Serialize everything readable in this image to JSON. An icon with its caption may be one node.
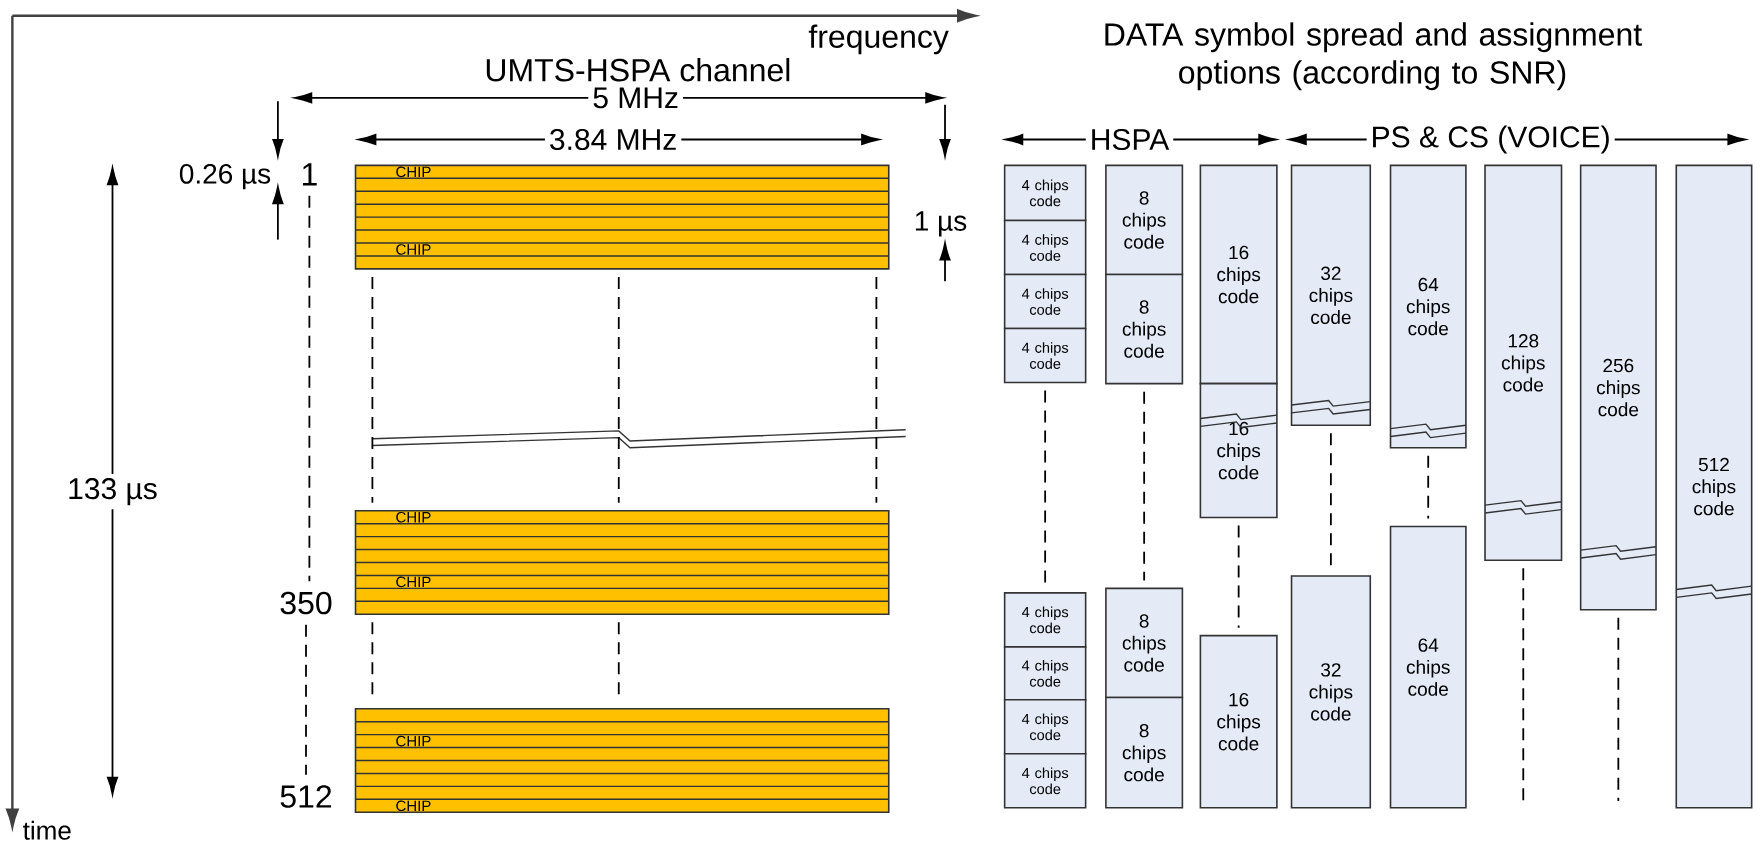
{
  "diagram": {
    "nodes": [
      {
        "text": [
          "1"
        ]
      },
      {
        "text": [
          "CHIP",
          "CHIP"
        ]
      },
      {
        "text": [
          "350"
        ]
      },
      {
        "text": [
          "CHIP",
          "CHIP"
        ]
      },
      {
        "text": [
          "512"
        ]
      },
      {
        "text": [
          "CHIP",
          "CHIP"
        ]
      },
      {
        "text": [
          "4 chips code"
        ]
      },
      {
        "text": [
          "4 chips code"
        ]
      },
      {
        "text": [
          "4 chips code"
        ]
      },
      {
        "text": [
          "4 chips code"
        ]
      },
      {
        "text": [
          "8 chips code"
        ]
      },
      {
        "text": [
          "8 chips code"
        ]
      },
      {
        "text": [
          "16 chips code"
        ]
      },
      {
        "text": [
          "16 chips code"
        ]
      },
      {
        "text": [
          "32 chips code"
        ]
      },
      {
        "text": [
          "64 chips code"
        ]
      },
      {
        "text": [
          "128 chips code"
        ]
      },
      {
        "text": [
          "256 chips code"
        ]
      },
      {
        "text": [
          "512 chips code"
        ]
      },
      {
        "text": [
          "4 chips code"
        ]
      },
      {
        "text": [
          "4 chips code"
        ]
      },
      {
        "text": [
          "4 chips code"
        ]
      },
      {
        "text": [
          "4 chips code"
        ]
      },
      {
        "text": [
          "8 chips code"
        ]
      },
      {
        "text": [
          "8 chips code"
        ]
      },
      {
        "text": [
          "16 chips code"
        ]
      },
      {
        "text": [
          "32 chips code"
        ]
      },
      {
        "text": [
          "64 chips code"
        ]
      }
    ],
    "edges": [
      {
        "from": 0,
        "to": 2,
        "arrow": "none",
        "style": "dashed"
      },
      {
        "from": 2,
        "to": 4,
        "arrow": "none",
        "style": "dashed"
      },
      {
        "from": 1,
        "to": 3,
        "arrow": "none",
        "style": "dashed"
      },
      {
        "from": 1,
        "to": 3,
        "arrow": "none",
        "style": "dashed"
      },
      {
        "from": 1,
        "to": 3,
        "arrow": "none",
        "style": "dashed"
      },
      {
        "from": 3,
        "to": 5,
        "arrow": "none",
        "style": "dashed"
      },
      {
        "from": 3,
        "to": 5,
        "arrow": "none",
        "style": "dashed"
      },
      {
        "from": 9,
        "to": 19,
        "arrow": "none",
        "style": "dashed"
      },
      {
        "from": 11,
        "to": 23,
        "arrow": "none",
        "style": "dashed"
      },
      {
        "from": 13,
        "to": 25,
        "arrow": "none",
        "style": "dashed"
      },
      {
        "from": 14,
        "to": 26,
        "arrow": "none",
        "style": "dashed"
      },
      {
        "from": 15,
        "to": 27,
        "arrow": "none",
        "style": "dashed"
      },
      {
        "from": 16,
        "to": null,
        "arrow": "none",
        "style": "dashed"
      },
      {
        "from": 17,
        "to": null,
        "arrow": "none",
        "style": "dashed"
      }
    ],
    "labels": [
      "frequency",
      "time",
      "UMTS-HSPA channel",
      "DATA symbol spread and assignment options (according to SNR)",
      "5 MHz",
      "3.84 MHz",
      "0.26 µs",
      "1 µs",
      "133 µs",
      "HSPA",
      "PS & CS (VOICE)"
    ]
  }
}
